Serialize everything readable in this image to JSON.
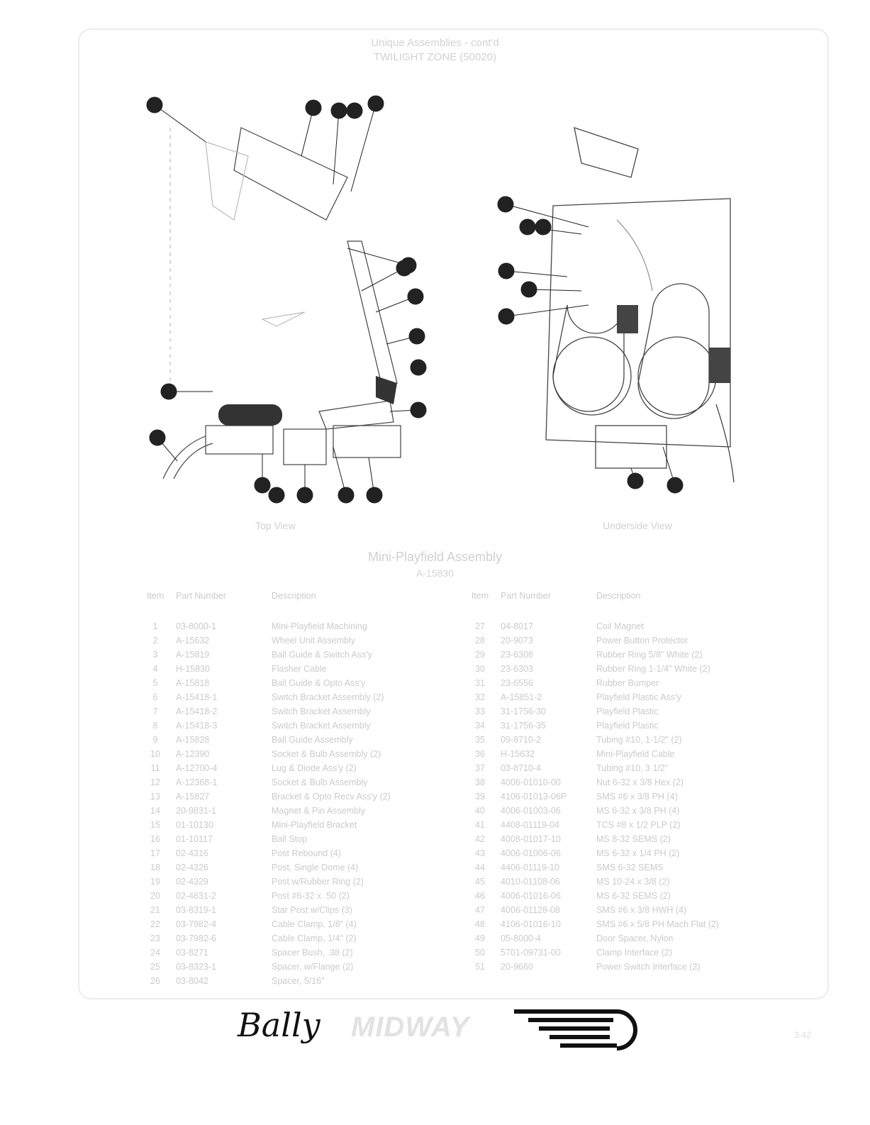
{
  "header": {
    "line1": "Unique Assemblies - cont'd",
    "line2": "TWILIGHT ZONE (50020)"
  },
  "diagrams": {
    "left_caption": "Top View",
    "right_caption": "Underside View"
  },
  "parts": {
    "title": "Mini-Playfield Assembly",
    "subtitle": "A-15830",
    "columns": [
      "Item",
      "Part Number",
      "Description"
    ],
    "left": [
      [
        "1",
        "03-8000-1",
        "Mini-Playfield Machining"
      ],
      [
        "2",
        "A-15632",
        "Wheel Unit Assembly"
      ],
      [
        "3",
        "A-15819",
        "Ball Guide & Switch Ass'y"
      ],
      [
        "4",
        "H-15830",
        "Flasher Cable"
      ],
      [
        "5",
        "A-15818",
        "Ball Guide & Opto Ass'y"
      ],
      [
        "6",
        "A-15418-1",
        "Switch Bracket Assembly (2)"
      ],
      [
        "7",
        "A-15418-2",
        "Switch Bracket Assembly"
      ],
      [
        "8",
        "A-15418-3",
        "Switch Bracket Assembly"
      ],
      [
        "9",
        "A-15828",
        "Ball Guide Assembly"
      ],
      [
        "10",
        "A-12390",
        "Socket & Bulb Assembly (2)"
      ],
      [
        "11",
        "A-12700-4",
        "Lug & Diode Ass'y (2)"
      ],
      [
        "12",
        "A-12368-1",
        "Socket & Bulb Assembly"
      ],
      [
        "13",
        "A-15827",
        "Bracket & Opto Recv Ass'y (2)"
      ],
      [
        "14",
        "20-9831-1",
        "Magnet & Pin Assembly"
      ],
      [
        "15",
        "01-10130",
        "Mini-Playfield Bracket"
      ],
      [
        "16",
        "01-10117",
        "Ball Stop"
      ],
      [
        "17",
        "02-4316",
        "Post Rebound (4)"
      ],
      [
        "18",
        "02-4326",
        "Post, Single Dome (4)"
      ],
      [
        "19",
        "02-4329",
        "Post w/Rubber Ring (2)"
      ],
      [
        "20",
        "02-4631-2",
        "Post #6-32 x .50 (2)"
      ],
      [
        "21",
        "03-8319-1",
        "Star Post w/Clips (3)"
      ],
      [
        "22",
        "03-7982-4",
        "Cable Clamp, 1/8\" (4)"
      ],
      [
        "23",
        "03-7982-6",
        "Cable Clamp, 1/4\" (2)"
      ],
      [
        "24",
        "03-8271",
        "Spacer Bush, .38 (2)"
      ],
      [
        "25",
        "03-8323-1",
        "Spacer, w/Flange (2)"
      ],
      [
        "26",
        "03-8042",
        "Spacer, 5/16\""
      ]
    ],
    "right": [
      [
        "27",
        "04-8017",
        "Coil Magnet"
      ],
      [
        "28",
        "20-9073",
        "Power Button Protector"
      ],
      [
        "29",
        "23-6308",
        "Rubber Ring 5/8\" White (2)"
      ],
      [
        "30",
        "23-6303",
        "Rubber Ring 1-1/4\" White (2)"
      ],
      [
        "31",
        "23-6556",
        "Rubber Bumper"
      ],
      [
        "32",
        "A-15851-2",
        "Playfield Plastic Ass'y"
      ],
      [
        "33",
        "31-1756-30",
        "Playfield Plastic"
      ],
      [
        "34",
        "31-1756-35",
        "Playfield Plastic"
      ],
      [
        "35",
        "09-8710-2",
        "Tubing #10, 1-1/2\" (2)"
      ],
      [
        "36",
        "H-15632",
        "Mini-Playfield Cable"
      ],
      [
        "37",
        "03-8710-4",
        "Tubing #10, 3 1/2\""
      ],
      [
        "38",
        "4006-01010-00",
        "Nut 6-32 x 3/8 Hex (2)"
      ],
      [
        "39",
        "4106-01013-06P",
        "SMS #6 x 3/8 PH (4)"
      ],
      [
        "40",
        "4006-01003-06",
        "MS 6-32 x 3/8 PH (4)"
      ],
      [
        "41",
        "4408-01119-04",
        "TCS #8 x 1/2 PLP (2)"
      ],
      [
        "42",
        "4008-01017-10",
        "MS 8-32 SEMS (2)"
      ],
      [
        "43",
        "4006-01006-06",
        "MS 6-32 x 1/4 PH (2)"
      ],
      [
        "44",
        "4406-01119-10",
        "SMS 6-32 SEMS"
      ],
      [
        "45",
        "4010-01108-06",
        "MS 10-24 x 3/8 (2)"
      ],
      [
        "46",
        "4006-01016-06",
        "MS 6-32 SEMS (2)"
      ],
      [
        "47",
        "4006-01128-08",
        "SMS #6 x 3/8 HWH (4)"
      ],
      [
        "48",
        "4106-01016-10",
        "SMS #6 x 5/8 PH Mach Flat (2)"
      ],
      [
        "49",
        "05-8000-4",
        "Door Spacer, Nylon"
      ],
      [
        "50",
        "5701-09731-00",
        "Clamp Interface (2)"
      ],
      [
        "51",
        "20-9660",
        "Power Switch Interface (2)"
      ]
    ]
  },
  "footer": {
    "brand": "Bally",
    "brand2": "MIDWAY",
    "page": "3-42"
  }
}
